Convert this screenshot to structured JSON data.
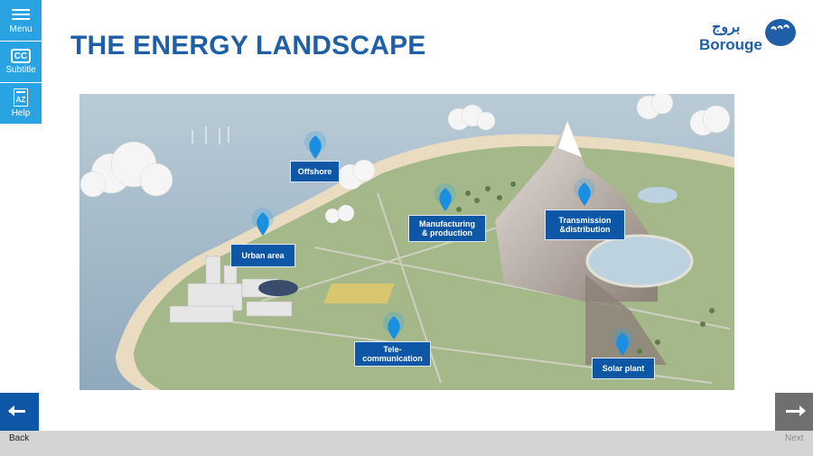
{
  "nav": {
    "menu_label": "Menu",
    "subtitle_label": "Subtitle",
    "subtitle_icon_text": "CC",
    "help_label": "Help",
    "help_icon_text": "AZ"
  },
  "page": {
    "title": "THE ENERGY LANDSCAPE"
  },
  "logo": {
    "arabic": "بروج",
    "latin": "Borouge"
  },
  "hotspots": {
    "offshore": "Offshore",
    "urban": "Urban area",
    "manufacturing_1": "Manufacturing",
    "manufacturing_2": "& production",
    "transmission_1": "Transmission",
    "transmission_2": "&distribution",
    "telecom_1": "Tele-",
    "telecom_2": "communication",
    "solar": "Solar plant"
  },
  "footer": {
    "back_label": "Back",
    "next_label": "Next"
  },
  "colors": {
    "accent_blue": "#2aa3e3",
    "title_blue": "#1f5fa8",
    "label_blue": "#0d57a6",
    "disabled_gray": "#6f6f6f"
  }
}
